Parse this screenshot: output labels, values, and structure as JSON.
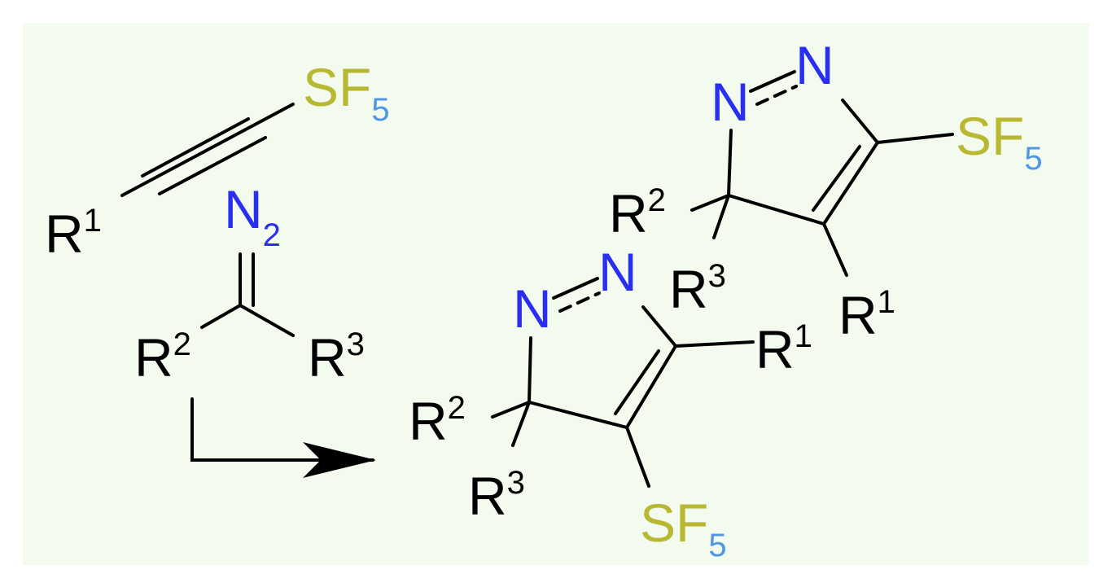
{
  "colors": {
    "background": "#f2fbee",
    "bond": "#000000",
    "label": "#000000",
    "nitrogen": "#2a2ef0",
    "sulfur": "#b8b833",
    "fluorine": "#4f97e6"
  },
  "reactants": {
    "alkyne": {
      "sf5": {
        "s": "SF",
        "sub": "5"
      },
      "r1": {
        "base": "R",
        "sup": "1"
      }
    },
    "diazo": {
      "n2": {
        "base": "N",
        "sub": "2"
      },
      "r2": {
        "base": "R",
        "sup": "2"
      },
      "r3": {
        "base": "R",
        "sup": "3"
      }
    }
  },
  "products": {
    "isomer_top": {
      "n_left": "N",
      "n_right": "N",
      "sf5": {
        "s": "SF",
        "sub": "5"
      },
      "r2": {
        "base": "R",
        "sup": "2"
      },
      "r3": {
        "base": "R",
        "sup": "3"
      },
      "r1": {
        "base": "R",
        "sup": "1"
      }
    },
    "isomer_bottom": {
      "n_left": "N",
      "n_right": "N",
      "r1": {
        "base": "R",
        "sup": "1"
      },
      "r2": {
        "base": "R",
        "sup": "2"
      },
      "r3": {
        "base": "R",
        "sup": "3"
      },
      "sf5": {
        "s": "SF",
        "sub": "5"
      }
    }
  }
}
